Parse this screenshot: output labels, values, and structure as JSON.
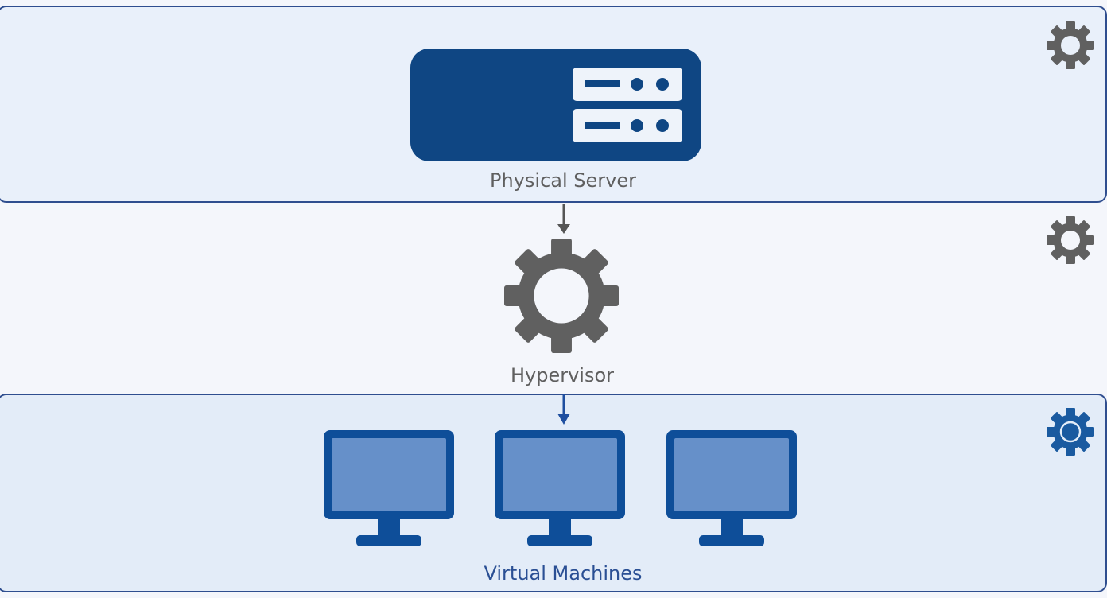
{
  "diagram": {
    "physical_layer": {
      "label": "Physical Server"
    },
    "hypervisor_layer": {
      "label": "Hypervisor"
    },
    "vm_layer": {
      "label": "Virtual Machines",
      "machine_count": 3
    }
  },
  "colors": {
    "navy": "#0f4683",
    "vm_blue": "#0e4e99",
    "screen_blue": "#6690c9",
    "gear_gray": "#606060",
    "gear_blue": "#1a5aa0",
    "border": "#2f4e8f",
    "top_bg": "#e9f0fa",
    "bottom_bg": "#e3ecf8"
  },
  "icons": [
    "server-icon",
    "gear-icon",
    "monitor-icon",
    "arrow-down-icon"
  ]
}
